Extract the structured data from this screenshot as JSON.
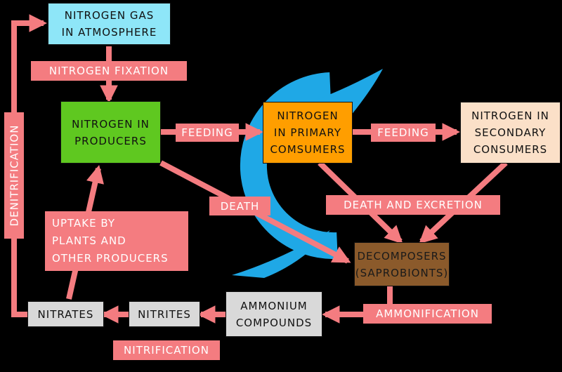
{
  "colors": {
    "arrow": "#F47C80",
    "atmosphere": "#8EE6F8",
    "producers": "#5FC820",
    "primary": "#FF9E00",
    "secondary": "#FBE0C8",
    "decomposers": "#8B5A2B",
    "grey": "#D9D9D9",
    "logo": "#1FA8E6",
    "background": "#000000"
  },
  "boxes": {
    "atmosphere": {
      "lines": [
        "NITROGEN GAS",
        "IN ATMOSPHERE"
      ]
    },
    "producers": {
      "lines": [
        "NITROGEN IN",
        "PRODUCERS"
      ]
    },
    "primary": {
      "lines": [
        "NITROGEN",
        "IN PRIMARY",
        "COMSUMERS"
      ]
    },
    "secondary": {
      "lines": [
        "NITROGEN IN",
        "SECONDARY",
        "CONSUMERS"
      ]
    },
    "decomposers": {
      "lines": [
        "DECOMPOSERS",
        "(SAPROBIONTS)"
      ]
    },
    "ammonium": {
      "lines": [
        "AMMONIUM",
        "COMPOUNDS"
      ]
    },
    "nitrites": {
      "lines": [
        "NITRITES"
      ]
    },
    "nitrates": {
      "lines": [
        "NITRATES"
      ]
    }
  },
  "labels": {
    "fixation": "NITROGEN FIXATION",
    "feeding_1": "FEEDING",
    "feeding_2": "FEEDING",
    "death": "DEATH",
    "death_excretion": "DEATH AND EXCRETION",
    "ammonification": "AMMONIFICATION",
    "nitrification": "NITRIFICATION",
    "denitrification": "DENITRIFICATION",
    "uptake": [
      "UPTAKE BY",
      "PLANTS AND",
      "OTHER PRODUCERS"
    ]
  }
}
